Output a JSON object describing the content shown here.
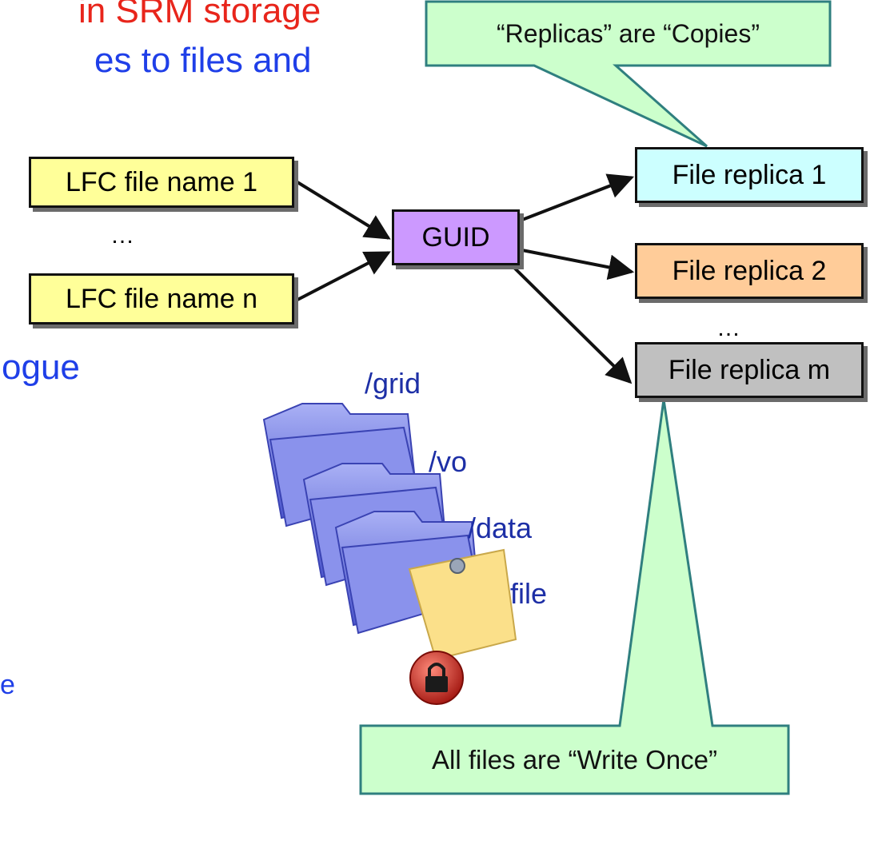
{
  "slide_fragments": {
    "line1": "in SRM storage",
    "line2": "es to files and",
    "line3": "ogue",
    "line4": "e"
  },
  "callouts": {
    "top": "“Replicas” are “Copies”",
    "bottom": "All files are “Write Once”"
  },
  "lfc_names": {
    "first": "LFC file name 1",
    "ellipsis": "…",
    "last": "LFC file name n"
  },
  "guid": "GUID",
  "replicas": {
    "r1": "File replica 1",
    "r2": "File replica 2",
    "ellipsis": "…",
    "rm": "File replica m"
  },
  "namespace": {
    "grid": "/grid",
    "vo": "/vo",
    "data": "/data",
    "file": "file"
  },
  "colors": {
    "lfc_box": "#ffff99",
    "guid_box": "#cc99ff",
    "replica1_box": "#ccffff",
    "replica2_box": "#ffcc99",
    "replicam_box": "#c0c0c0",
    "callout_fill": "#ccffcc",
    "callout_border": "#2f7f7f",
    "folder": "#6d77e0",
    "note": "#fbe08a",
    "lock": "#c0251b"
  },
  "icons": [
    "folder-icon",
    "sticky-note-icon",
    "lock-icon"
  ]
}
